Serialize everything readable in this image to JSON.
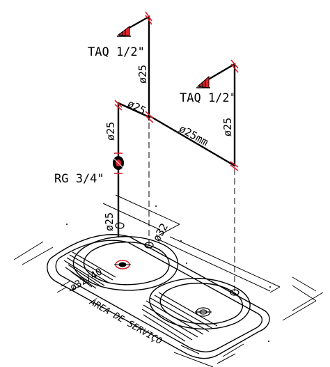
{
  "labels": {
    "taq_upper": "TAQ 1/2\"",
    "taq_right": "TAQ 1/2\"",
    "rg": "RG 3/4\"",
    "d25_upper_riser": "ø25",
    "d25_diag_short": "ø25",
    "d25_left_riser": "ø25",
    "d25mm_diag": "ø25mm",
    "d25_right_riser": "ø25",
    "d25_lower": "ø25",
    "d32": "ø32",
    "d32_sink": "ø32/40",
    "area": "ÁREA DE SERVIÇO"
  },
  "colors": {
    "line": "#000000",
    "accent": "#e0202a"
  }
}
